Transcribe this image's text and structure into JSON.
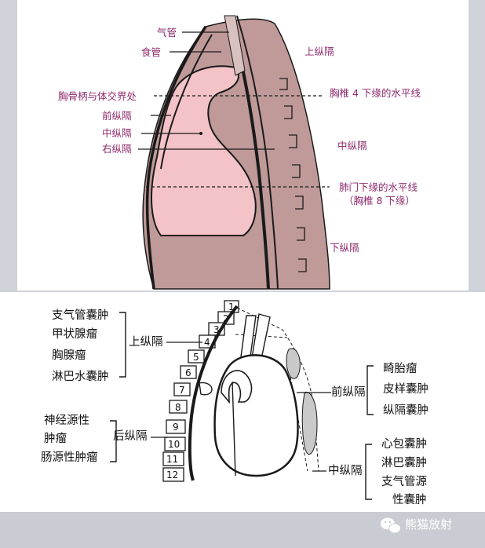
{
  "top_labels": {
    "trachea": "气管",
    "esophagus": "食管",
    "superior": "上纵隔",
    "sternal_angle": "胸骨柄与体交界处",
    "t4_line": "胸椎 4 下缘的水平线",
    "anterior": "前纵隔",
    "middle": "中纵隔",
    "right": "右纵隔",
    "middle_right": "中纵隔",
    "hilum_line": "肺门下缘的水平线",
    "t8": "（胸椎 8 下缘）",
    "inferior": "下纵隔"
  },
  "bottom_labels": {
    "superior": "上纵隔",
    "superior_items": [
      "支气管囊肿",
      "甲状腺瘤",
      "胸腺瘤",
      "淋巴水囊肿"
    ],
    "posterior": "后纵隔",
    "posterior_items": [
      "神经源性",
      "肿瘤",
      "肠源性肿瘤"
    ],
    "anterior": "前纵隔",
    "anterior_items": [
      "畸胎瘤",
      "皮样囊肿",
      "纵隔囊肿"
    ],
    "middle": "中纵隔",
    "middle_items": [
      "心包囊肿",
      "淋巴囊肿",
      "支气管源",
      "性囊肿"
    ]
  },
  "vertebrae": [
    "1",
    "2",
    "3",
    "4",
    "5",
    "6",
    "7",
    "8",
    "9",
    "10",
    "11",
    "12"
  ],
  "watermark": "熊猫放射",
  "colors": {
    "mauve": "#bf9a98",
    "pink": "#f3c3c7",
    "label": "#8e2a6c"
  }
}
